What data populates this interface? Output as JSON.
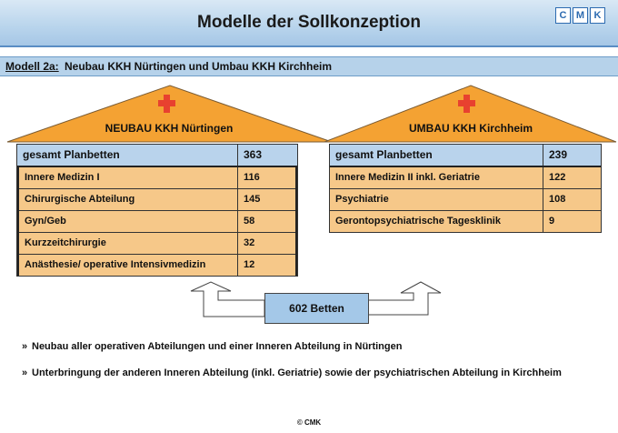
{
  "header": {
    "title": "Modelle der Sollkonzeption",
    "logo": [
      "C",
      "M",
      "K"
    ]
  },
  "subtitle": {
    "label": "Modell 2a:",
    "text": "Neubau KKH Nürtingen und Umbau KKH Kirchheim"
  },
  "left_house": {
    "roof_label": "NEUBAU KKH Nürtingen",
    "total": {
      "label": "gesamt Planbetten",
      "value": "363"
    },
    "rows": [
      {
        "label": "Innere Medizin I",
        "value": "116"
      },
      {
        "label": "Chirurgische Abteilung",
        "value": "145"
      },
      {
        "label": "Gyn/Geb",
        "value": "58"
      },
      {
        "label": "Kurzzeitchirurgie",
        "value": "32"
      },
      {
        "label": "Anästhesie/ operative Intensivmedizin",
        "value": "12"
      }
    ]
  },
  "right_house": {
    "roof_label": "UMBAU KKH Kirchheim",
    "total": {
      "label": "gesamt Planbetten",
      "value": "239"
    },
    "rows": [
      {
        "label": "Innere Medizin II inkl. Geriatrie",
        "value": "122"
      },
      {
        "label": "Psychiatrie",
        "value": "108"
      },
      {
        "label": "Gerontopsychiatrische Tagesklinik",
        "value": "9"
      }
    ]
  },
  "beds_total": "602 Betten",
  "bullets": [
    {
      "mark": "»",
      "text": "Neubau aller operativen Abteilungen und einer Inneren Abteilung in Nürtingen"
    },
    {
      "mark": "»",
      "text": "Unterbringung der anderen Inneren Abteilung (inkl. Geriatrie) sowie der psychiatrischen Abteilung in Kirchheim"
    }
  ],
  "footer": "© CMK"
}
